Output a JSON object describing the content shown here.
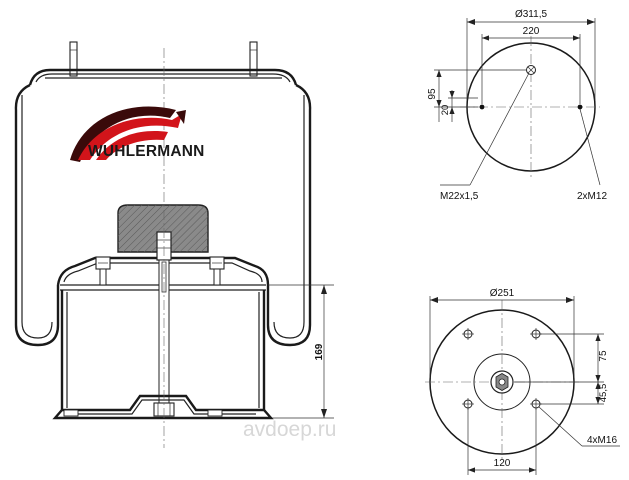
{
  "brand": {
    "name": "WUHLERMANN",
    "colors": {
      "logo_red": "#d2141a",
      "logo_dark": "#3a0a0a",
      "text": "#1a1a1a"
    }
  },
  "side_view": {
    "height_label": "169"
  },
  "top_view": {
    "diameter_label": "Ø311,5",
    "spacing_label": "220",
    "offset_outer_label": "95",
    "offset_inner_label": "20",
    "thread_center_label": "M22x1,5",
    "thread_side_label": "2xM12"
  },
  "bottom_view": {
    "diameter_label": "Ø251",
    "offset_top_label": "75",
    "offset_bottom_label": "45,5",
    "spacing_label": "120",
    "holes_label": "4xM16"
  },
  "watermark": {
    "text": "avdoep.ru"
  }
}
